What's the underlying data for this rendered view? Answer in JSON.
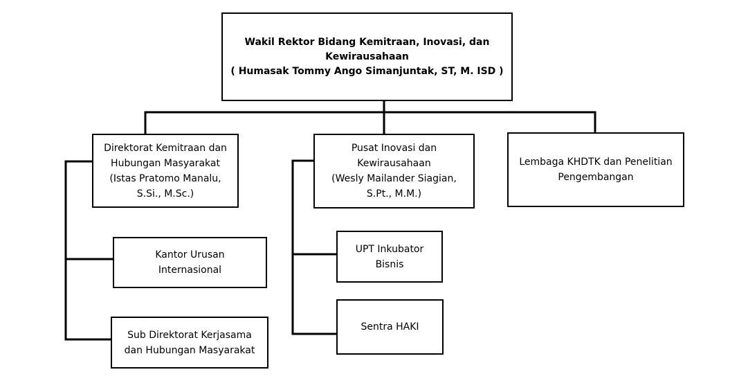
{
  "top": {
    "lines": [
      "Wakil Rektor Bidang Kemitraan, Inovasi, dan",
      "Kewirausahaan",
      "( Humasak Tommy Ango Simanjuntak, ST, M. ISD )"
    ]
  },
  "directorate": {
    "lines": [
      "Direktorat Kemitraan dan",
      "Hubungan Masyarakat",
      "(Istas Pratomo Manalu,",
      "S.Si., M.Sc.)"
    ]
  },
  "innovation_center": {
    "lines": [
      "Pusat Inovasi dan",
      "Kewirausahaan",
      "(Wesly Mailander Siagian,",
      "S.Pt., M.M.)"
    ]
  },
  "khdtk": {
    "lines": [
      "Lembaga KHDTK dan Penelitian",
      "Pengembangan"
    ]
  },
  "international_office": {
    "lines": [
      "Kantor Urusan",
      "Internasional"
    ]
  },
  "sub_directorate": {
    "lines": [
      "Sub Direktorat Kerjasama",
      "dan Hubungan Masyarakat"
    ]
  },
  "incubator": {
    "lines": [
      "UPT Inkubator",
      "Bisnis"
    ]
  },
  "haki": {
    "lines": [
      "Sentra HAKI"
    ]
  }
}
